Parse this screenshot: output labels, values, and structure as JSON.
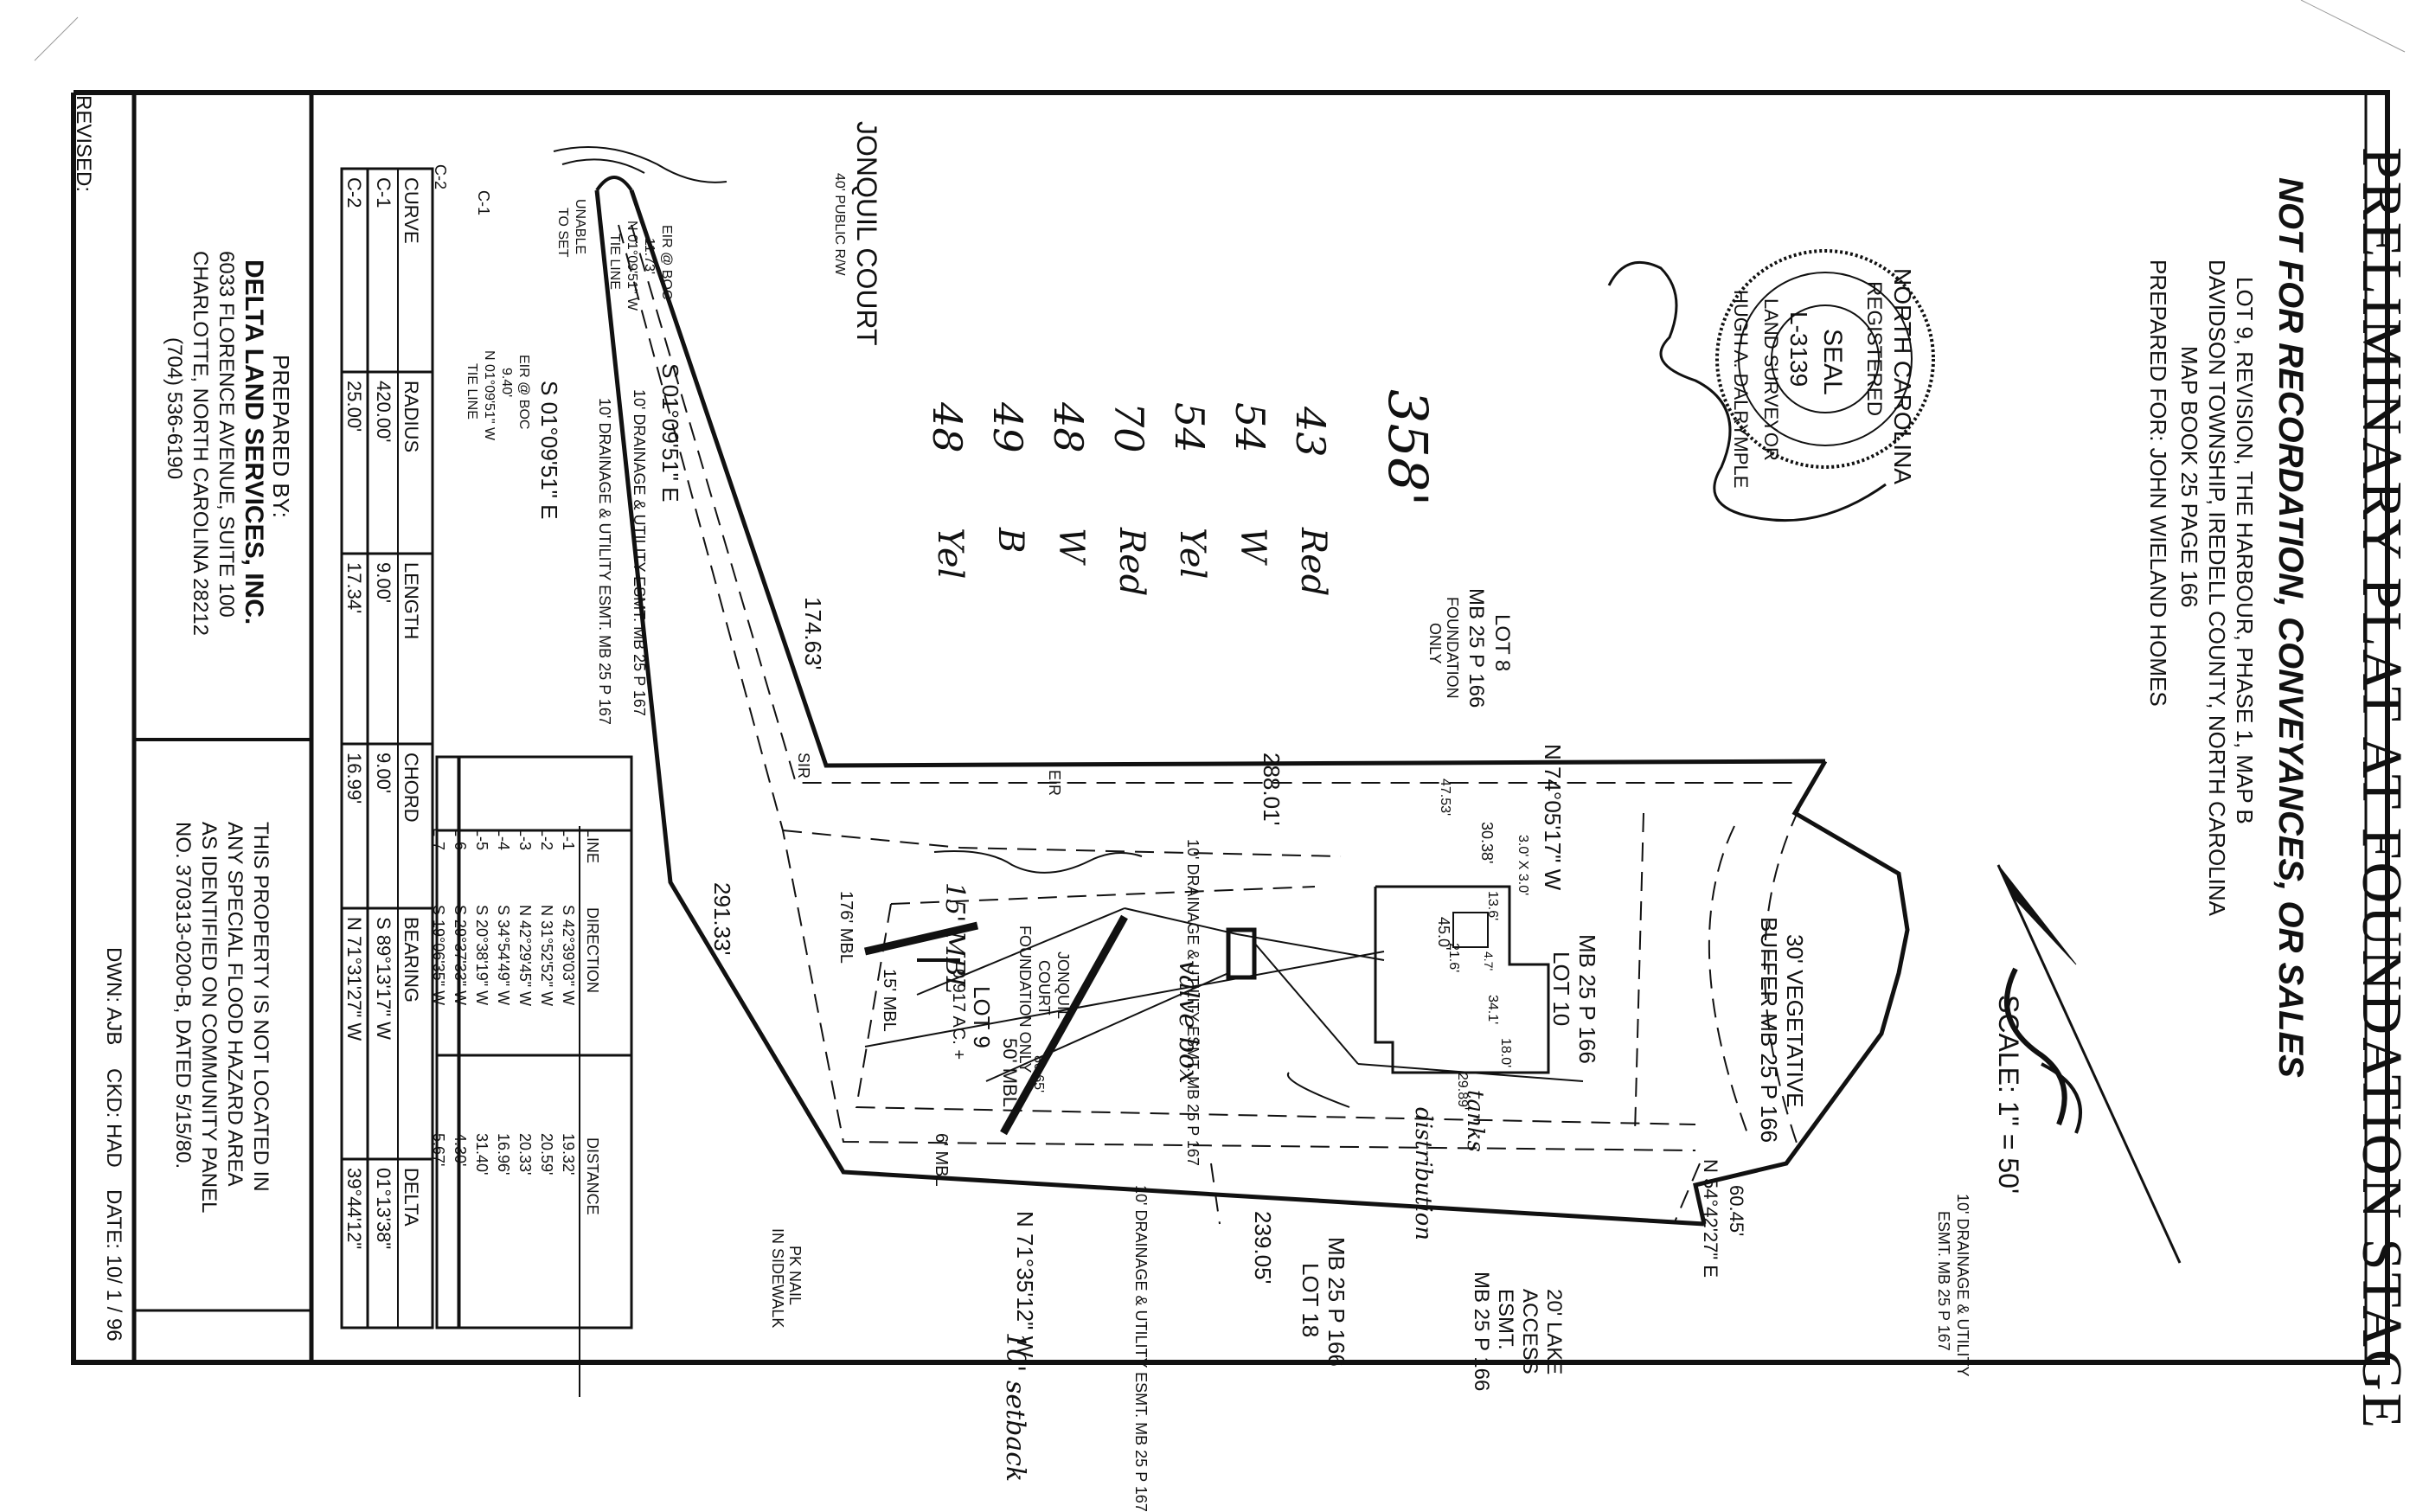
{
  "title": "PRELIMINARY PLAT AT FOUNDATION STAGE",
  "subtitle": "NOT FOR RECORDATION, CONVEYANCES, OR SALES",
  "project": {
    "line1": "LOT 9, REVISION, THE HARBOUR, PHASE 1, MAP B",
    "line2": "DAVIDSON TOWNSHIP, IREDELL COUNTY, NORTH CAROLINA",
    "line3": "MAP BOOK 25 PAGE 166",
    "prepared_for": "PREPARED FOR:  JOHN WIELAND HOMES"
  },
  "scale": "SCALE: 1\" = 50'",
  "seal": {
    "ring_top": "NORTH CAROLINA",
    "ring_mid": "REGISTERED",
    "ring_bottom": "LAND SURVEYOR",
    "center1": "SEAL",
    "center2": "L-3139",
    "name": "HUGH A. DALRYMPLE"
  },
  "handwritten": {
    "tally": [
      "43",
      "54",
      "54",
      "70",
      "48",
      "49",
      "48"
    ],
    "colors": [
      "Red",
      "W",
      "Yel",
      "Red",
      "W",
      "B",
      "Yel"
    ],
    "total": "358'",
    "valve_box": "valve box",
    "distribution": "distribution",
    "tanks": "tanks",
    "setback": "10' setback",
    "mbl_15": "15' MBL"
  },
  "street": {
    "name": "JONQUIL COURT",
    "row": "40' PUBLIC R/W"
  },
  "labels": {
    "lot8": "LOT 8",
    "lot8_mb": "MB 25 P 166",
    "lot8_note1": "FOUNDATION",
    "lot8_note2": "ONLY",
    "lot10": "LOT 10",
    "lot10_mb": "MB 25 P 166",
    "lot18": "LOT 18",
    "lot18_mb": "MB 25 P 166",
    "lot9": "LOT 9",
    "lot9_ac": "0.917 AC. +",
    "foundation1": "JONQUIL",
    "foundation2": "COURT",
    "foundation3": "FOUNDATION ONLY",
    "buffer": "30' VEGETATIVE",
    "buffer2": "BUFFER MB 25 P 166",
    "lake_access1": "20' LAKE",
    "lake_access2": "ACCESS",
    "lake_access3": "ESMT.",
    "lake_access4": "MB 25 P 166",
    "esmt_top": "10' DRAINAGE & UTILITY ESMT. MB 25 P 167",
    "esmt_bottom": "10' DRAINAGE & UTILITY ESMT. MB 25 P 167",
    "esmt_right1": "10' DRAINAGE & UTILITY",
    "esmt_right2": "ESMT. MB 25 P 167",
    "esmt_diag1": "10' DRAINAGE & UTILITY ESMT. MB 25 P 167",
    "esmt_diag2": "10' DRAINAGE & UTILITY ESMT. MB 25 P 167",
    "mbl_176": "176' MBL",
    "mbl_50": "50' MBL",
    "mbl_6": "6' MBL",
    "mbl_15b": "15' MBL",
    "brg_top": "N 74°05'17\" W",
    "dist_top": "288.01'",
    "brg_bottom": "N 71°35'12\" W",
    "dist_bottom": "239.05'",
    "brg_right": "N 54°42'27\" E",
    "dist_right": "60.45'",
    "brg_diag1": "S 01°09'51\" E",
    "dist_diag1": "174.63'",
    "brg_diag2": "S 01°09'51\" E",
    "dist_diag2": "291.33'",
    "dim_4753": "47.53'",
    "dim_3038": "30.38'",
    "dim_136": "13.6'",
    "dim_450": "45.0'",
    "dim_216": "21.6'",
    "dim_180": "18.0'",
    "dim_341": "34.1'",
    "dim_47": "4.7'",
    "dim_3x3": "3.0' X 3.0'",
    "dim_2989": "29.89'",
    "dim_8065": "80.65'",
    "eir": "EIR",
    "sir": "SIR",
    "pk": "PK NAIL",
    "pk2": "IN SIDEWALK",
    "eir_boc1": "EIR @ BOC",
    "eir_boc1b": "11.73'",
    "eir_boc1c": "N 01°09'51\" W",
    "tie": "TIE LINE",
    "eir_boc2": "EIR @ BOC",
    "eir_boc2b": "9.40'",
    "eir_boc2c": "N 01°09'51\" W",
    "tie2": "TIE LINE",
    "unable": "UNABLE",
    "toset": "TO SET",
    "c1": "C-1",
    "c2": "C-2"
  },
  "line_table": {
    "headers": [
      "LINE",
      "DIRECTION",
      "DISTANCE"
    ],
    "rows": [
      [
        "L-1",
        "S 42°39'03\" W",
        "19.32'"
      ],
      [
        "L-2",
        "N 31°52'52\" W",
        "20.59'"
      ],
      [
        "L-3",
        "N 42°29'45\" W",
        "20.33'"
      ],
      [
        "L-4",
        "S 34°54'49\" W",
        "16.96'"
      ],
      [
        "L-5",
        "S 20°38'19\" W",
        "31.40'"
      ],
      [
        "L-6",
        "S 29°37'33\" W",
        "4.30'"
      ],
      [
        "L-7",
        "S 19°06'35\" W",
        "5.67'"
      ]
    ]
  },
  "curve_table": {
    "headers": [
      "CURVE",
      "RADIUS",
      "LENGTH",
      "CHORD",
      "BEARING",
      "DELTA"
    ],
    "rows": [
      [
        "C-1",
        "420.00'",
        "9.00'",
        "9.00'",
        "S 89°13'17\" W",
        "01°13'38\""
      ],
      [
        "C-2",
        "25.00'",
        "17.34'",
        "16.99'",
        "N 71°31'27\" W",
        "39°44'12\""
      ]
    ]
  },
  "title_block": {
    "prepared_by": "PREPARED BY:",
    "company": "DELTA LAND SERVICES, INC.",
    "address1": "6033 FLORENCE AVENUE, SUITE 100",
    "address2": "CHARLOTTE, NORTH CAROLINA 28212",
    "phone": "(704) 536-6190",
    "flood1": "THIS PROPERTY IS NOT LOCATED IN",
    "flood2": "ANY SPECIAL FLOOD HAZARD AREA",
    "flood3": "AS IDENTIFIED ON COMMUNITY PANEL",
    "flood4": "NO. 370313-0200-B, DATED 5/15/80.",
    "dwn_label": "DWN:",
    "dwn": "AJB",
    "ckd_label": "CKD:",
    "ckd": "HAD",
    "date_label": "DATE:",
    "date": "10/ 1 / 96",
    "revised": "REVISED:"
  },
  "colors": {
    "ink": "#111111",
    "paper": "#ffffff"
  }
}
